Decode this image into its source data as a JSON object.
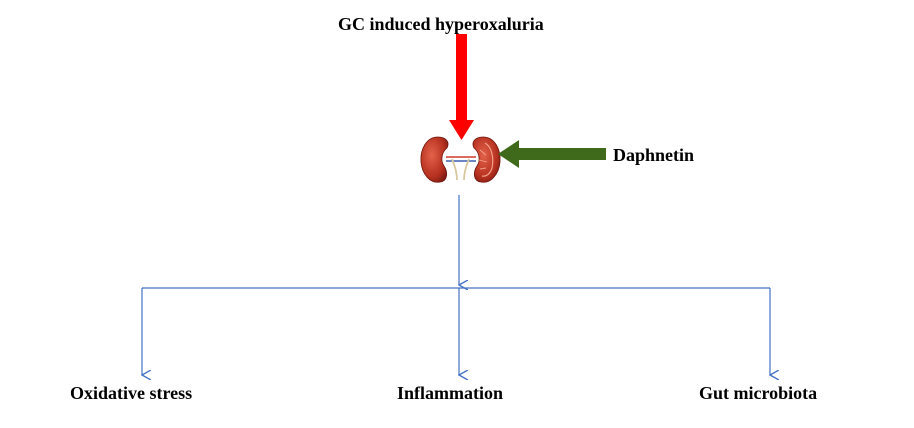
{
  "title": "GC induced hyperoxaluria",
  "treatment": "Daphnetin",
  "outcomes": [
    "Oxidative stress",
    "Inflammation",
    "Gut microbiota"
  ],
  "organ_icon": "kidneys-icon",
  "colors": {
    "inducer_arrow": "#ff0000",
    "treatment_arrow": "#3f6a1c",
    "connector": "#4472c4",
    "kidney": "#b5301f"
  }
}
